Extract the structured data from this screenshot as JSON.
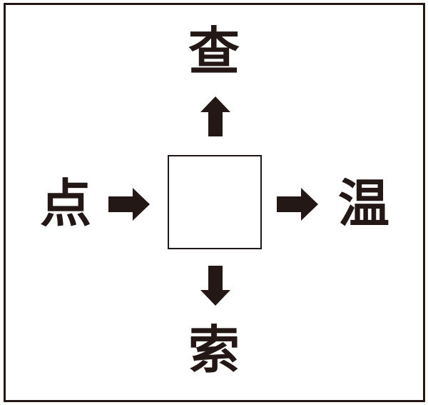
{
  "puzzle": {
    "top": "查",
    "left": "点",
    "right": "温",
    "bottom": "索",
    "center": ""
  },
  "colors": {
    "ink": "#231815"
  }
}
